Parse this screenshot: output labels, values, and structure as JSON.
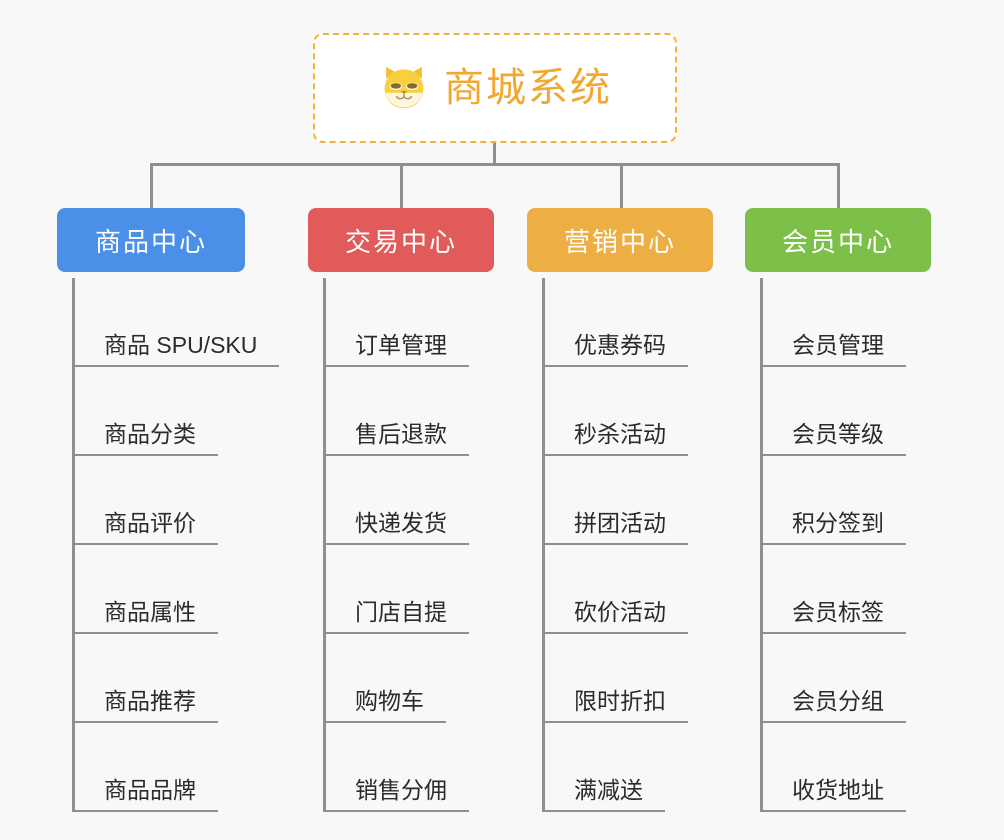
{
  "root": {
    "title": "商城系统",
    "logo_icon": "shiba-dog-icon",
    "border_color": "#F2B33D",
    "text_color": "#F0A831"
  },
  "canvas": {
    "background": "#F8F8F8",
    "connector_color": "#8F8F8F"
  },
  "columns": [
    {
      "id": "product-center",
      "header": "商品中心",
      "color": "#4A90E8",
      "items": [
        "商品 SPU/SKU",
        "商品分类",
        "商品评价",
        "商品属性",
        "商品推荐",
        "商品品牌"
      ]
    },
    {
      "id": "trade-center",
      "header": "交易中心",
      "color": "#E15B5B",
      "items": [
        "订单管理",
        "售后退款",
        "快递发货",
        "门店自提",
        "购物车",
        "销售分佣"
      ]
    },
    {
      "id": "marketing-center",
      "header": "营销中心",
      "color": "#EDAE44",
      "items": [
        "优惠券码",
        "秒杀活动",
        "拼团活动",
        "砍价活动",
        "限时折扣",
        "满减送"
      ]
    },
    {
      "id": "member-center",
      "header": "会员中心",
      "color": "#7CC04A",
      "items": [
        "会员管理",
        "会员等级",
        "积分签到",
        "会员标签",
        "会员分组",
        "收货地址"
      ]
    }
  ]
}
